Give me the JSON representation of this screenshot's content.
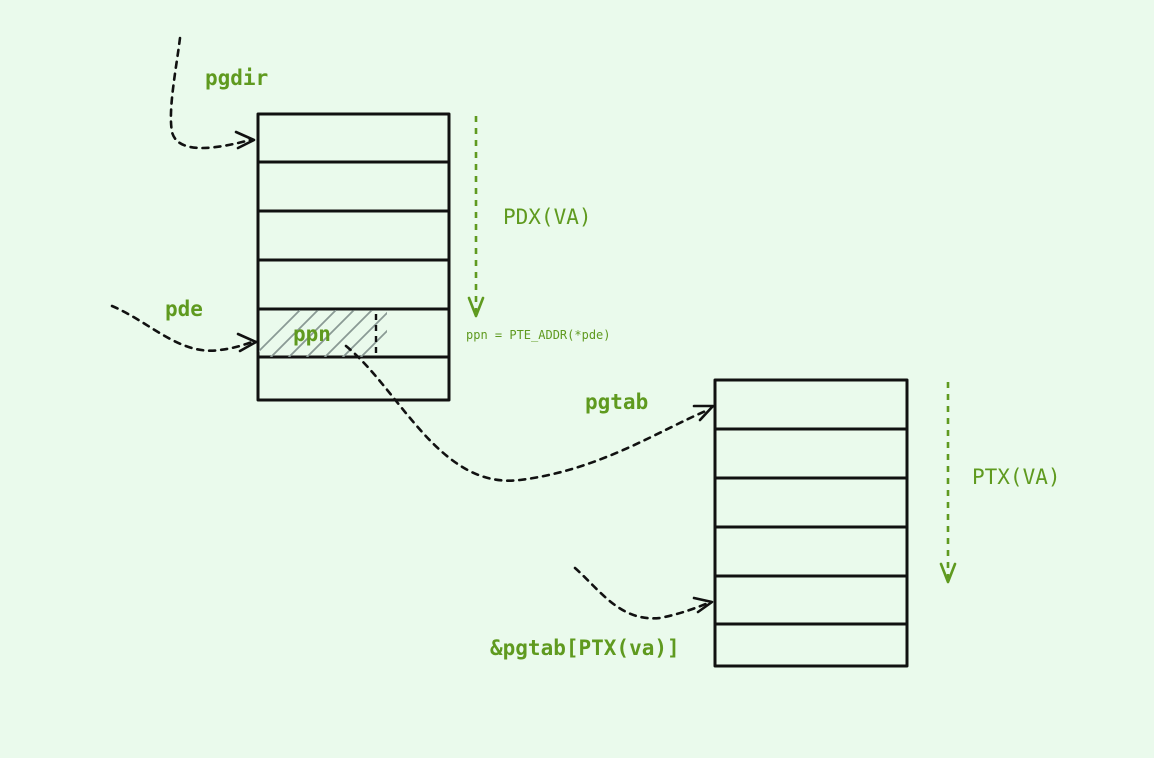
{
  "labels": {
    "pgdir": "pgdir",
    "pdx": "PDX(VA)",
    "pde": "pde",
    "ppn": "ppn",
    "ppn_note": "ppn = PTE_ADDR(*pde)",
    "pgtab": "pgtab",
    "ptx": "PTX(VA)",
    "pgtab_entry": "&pgtab[PTX(va)]"
  },
  "colors": {
    "background": "#eafaec",
    "label_green": "#5f9a1f",
    "stroke": "#111111",
    "hatch": "#8a9a95"
  },
  "tables": {
    "pgdir_rows": 6,
    "pgtab_rows": 6
  }
}
